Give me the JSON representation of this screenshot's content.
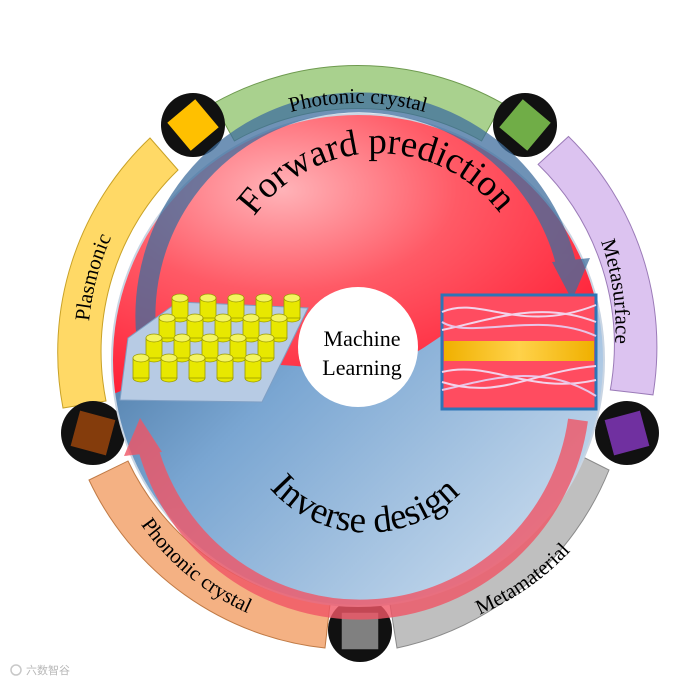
{
  "center": {
    "line1": "Machine",
    "line2": "Learning"
  },
  "processes": {
    "forward": "Forward prediction",
    "inverse": "Inverse design"
  },
  "segments": [
    {
      "label": "Photonic crystal",
      "color": "#a9d18e",
      "connector_color": "#70ad47"
    },
    {
      "label": "Metasurface",
      "color": "#dcc3f0",
      "connector_color": "#7030a0"
    },
    {
      "label": "Metamaterial",
      "color": "#bfbfbf",
      "connector_color": "#808080"
    },
    {
      "label": "Phononic crystal",
      "color": "#f4b183",
      "connector_color": "#843c0c"
    },
    {
      "label": "Plasmonic",
      "color": "#ffd966",
      "connector_color": "#ffc000"
    }
  ],
  "watermark": "六数智谷",
  "colors": {
    "forward_red": "#ff3b4e",
    "inverse_blue": "#8fb6dc",
    "frame_blue": "#2e75b6",
    "pillar_yellow": "#e8e800"
  }
}
